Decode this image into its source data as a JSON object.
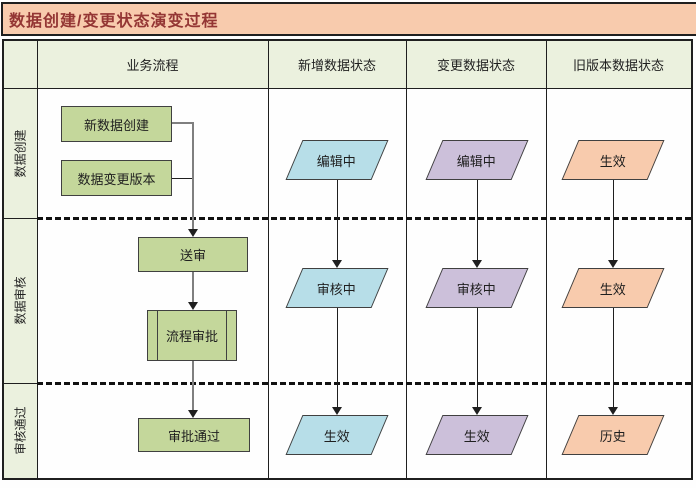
{
  "title": "数据创建/变更状态演变过程",
  "table": {
    "columns": [
      "业务流程",
      "新增数据状态",
      "变更数据状态",
      "旧版本数据状态"
    ],
    "rows": [
      "数据创建",
      "数据审核",
      "审核通过"
    ]
  },
  "flow": {
    "create_box": "新数据创建",
    "change_version_box": "数据变更版本",
    "submit_box": "送审",
    "approval_box": "流程审批",
    "approved_box": "审批通过"
  },
  "states": {
    "new_data": [
      "编辑中",
      "审核中",
      "生效"
    ],
    "change_data": [
      "编辑中",
      "审核中",
      "生效"
    ],
    "old_version": [
      "生效",
      "生效",
      "历史"
    ]
  },
  "colors": {
    "title_bg": "#f8cbad",
    "title_text": "#943634",
    "header_bg": "#ebf1de",
    "process_fill": "#c4d79b",
    "new_state_fill": "#b7dee8",
    "change_state_fill": "#ccc0da",
    "old_state_fill": "#f8cbad",
    "shape_border": "#404040",
    "grid_line": "#1f1f1f"
  }
}
